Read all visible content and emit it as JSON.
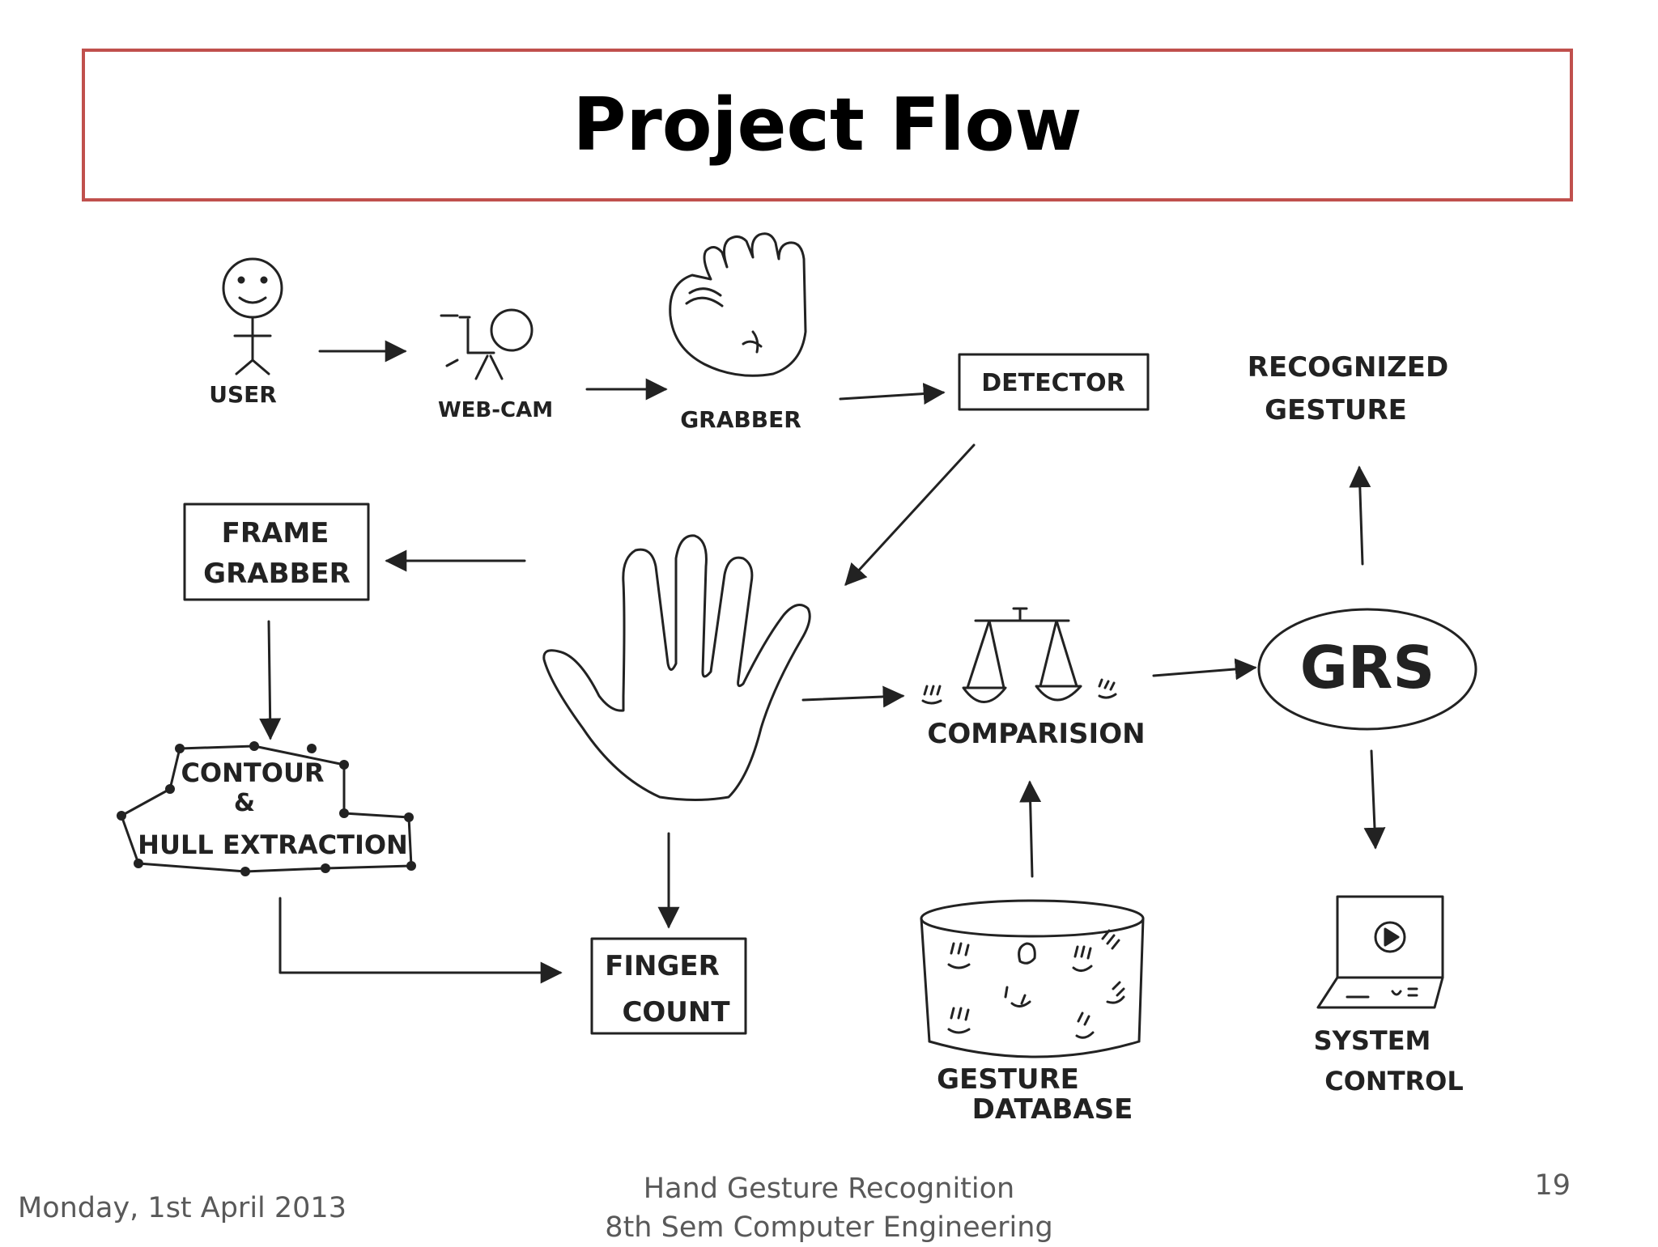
{
  "slide": {
    "title": "Project Flow",
    "footer_date": "Monday, 1st April 2013",
    "footer_line1": "Hand Gesture Recognition",
    "footer_line2": "8th Sem Computer Engineering",
    "page_number": "19",
    "accent_color": "#c0504d"
  },
  "nodes": {
    "user": "USER",
    "webcam": "WEB-CAM",
    "grabber": "GRABBER",
    "detector": "DETECTOR",
    "recognized_line1": "RECOGNIZED",
    "recognized_line2": "GESTURE",
    "frame_grabber_line1": "FRAME",
    "frame_grabber_line2": "GRABBER",
    "contour_line1": "CONTOUR",
    "contour_amp": "&",
    "contour_line2": "HULL EXTRACTION",
    "comparison": "COMPARISION",
    "grs": "GRS",
    "finger_count_line1": "FINGER",
    "finger_count_line2": "COUNT",
    "gesture_db_line1": "GESTURE",
    "gesture_db_line2": "DATABASE",
    "system_control_line1": "SYSTEM",
    "system_control_line2": "CONTROL"
  },
  "icons": [
    "stick-figure-icon",
    "webcam-icon",
    "baseball-glove-icon",
    "open-hand-icon",
    "balance-scale-icon",
    "database-cylinder-icon",
    "laptop-play-icon"
  ]
}
